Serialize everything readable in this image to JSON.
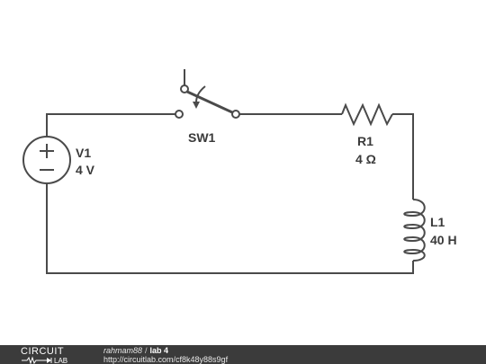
{
  "components": {
    "source": {
      "name": "V1",
      "value": "4 V"
    },
    "switch": {
      "name": "SW1"
    },
    "resistor": {
      "name": "R1",
      "value": "4 Ω"
    },
    "inductor": {
      "name": "L1",
      "value": "40 H"
    }
  },
  "footer": {
    "logo_top": "CIRCUIT",
    "logo_bottom": "LAB",
    "author": "rahmam88",
    "separator": "/",
    "title": "lab 4",
    "url": "http://circuitlab.com/cf8k48y88s9gf"
  },
  "colors": {
    "wire": "#4a4a4a",
    "footer_bg": "#3b3b3b"
  }
}
